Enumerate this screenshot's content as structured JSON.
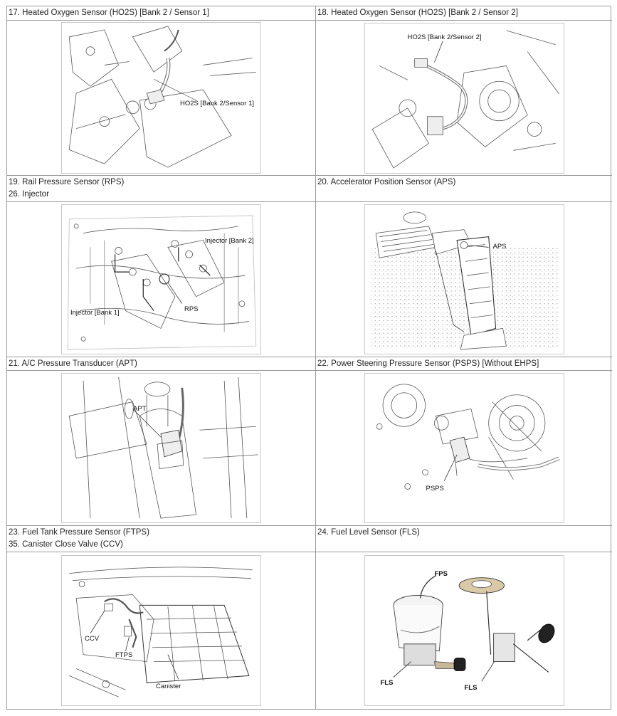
{
  "rows": [
    {
      "left": {
        "lines": [
          "17. Heated Oxygen Sensor (HO2S) [Bank 2 / Sensor 1]"
        ],
        "callouts": [
          "HO2S [Bank 2/Sensor 1]"
        ]
      },
      "right": {
        "lines": [
          "18. Heated Oxygen Sensor (HO2S) [Bank 2 / Sensor 2]"
        ],
        "callouts": [
          "HO2S [Bank 2/Sensor 2]"
        ]
      }
    },
    {
      "left": {
        "lines": [
          "19. Rail Pressure Sensor (RPS)",
          "26. Injector"
        ],
        "callouts": [
          "Injector [Bank 2]",
          "RPS",
          "Injector [Bank 1]"
        ]
      },
      "right": {
        "lines": [
          "20. Accelerator Position Sensor (APS)"
        ],
        "callouts": [
          "APS"
        ]
      }
    },
    {
      "left": {
        "lines": [
          "21. A/C Pressure Transducer (APT)"
        ],
        "callouts": [
          "APT"
        ]
      },
      "right": {
        "lines": [
          "22. Power Steering Pressure Sensor (PSPS) [Without EHPS]"
        ],
        "callouts": [
          "PSPS"
        ]
      }
    },
    {
      "left": {
        "lines": [
          "23. Fuel Tank Pressure Sensor (FTPS)",
          "35. Canister Close Valve (CCV)"
        ],
        "callouts": [
          "CCV",
          "FTPS",
          "Canister"
        ]
      },
      "right": {
        "lines": [
          "24. Fuel Level Sensor (FLS)"
        ],
        "callouts": [
          "FPS",
          "FLS",
          "FLS"
        ]
      }
    }
  ]
}
